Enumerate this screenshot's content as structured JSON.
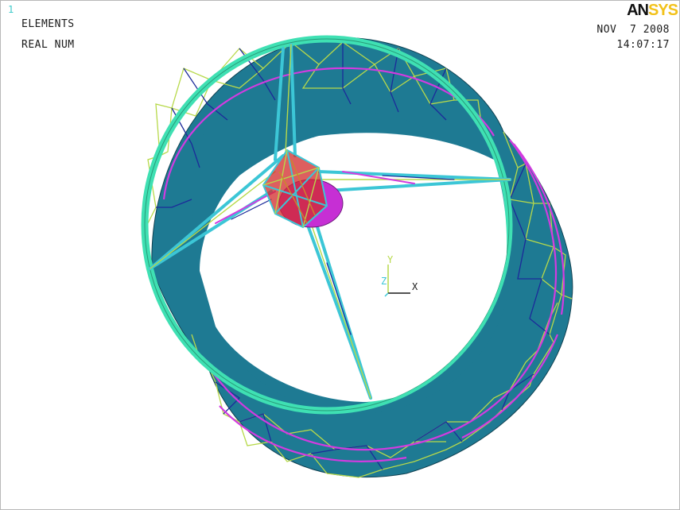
{
  "window": {
    "number": "1",
    "plot_lines": [
      "ELEMENTS",
      "REAL NUM"
    ],
    "date": "NOV  7 2008",
    "time": "14:07:17"
  },
  "logo": {
    "part1": "AN",
    "part2": "SYS"
  },
  "triad": {
    "x_label": "X",
    "y_label": "Y",
    "z_label": "Z"
  },
  "colors": {
    "shell_fill": "#1e7a93",
    "rim": "#3fe0b3",
    "beam_cyan": "#3cc6d6",
    "beam_magenta": "#d23be0",
    "beam_yellow": "#b7d94a",
    "beam_navy": "#1c2a9a",
    "hub_magenta": "#c62fd4",
    "hub_red": "#d22a2a"
  }
}
